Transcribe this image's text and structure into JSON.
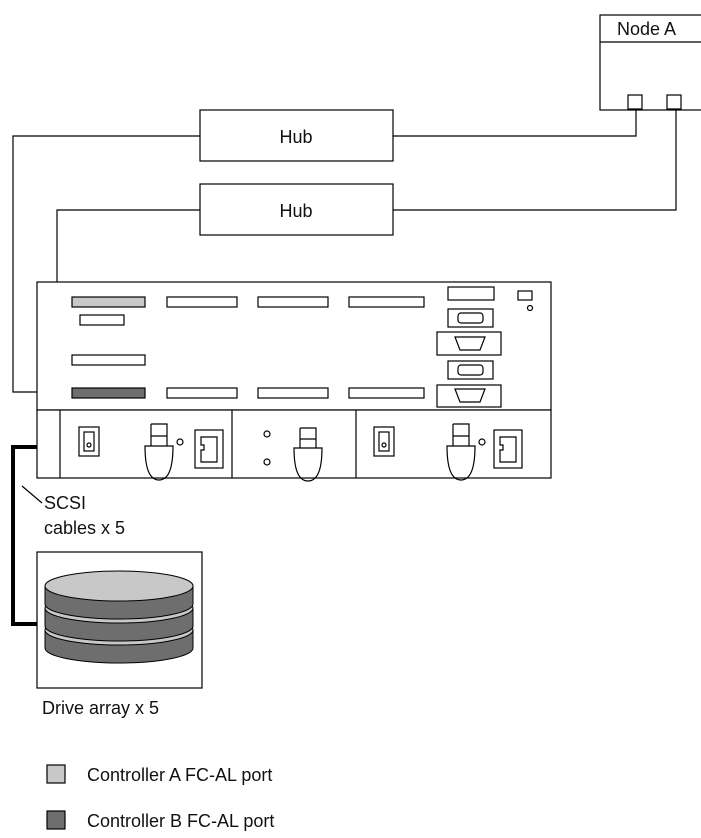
{
  "diagram": {
    "node": {
      "label": "Node A"
    },
    "hubs": [
      {
        "label": "Hub"
      },
      {
        "label": "Hub"
      }
    ],
    "scsi_label_line1": "SCSI",
    "scsi_label_line2": "cables x 5",
    "drive_array_label": "Drive array x 5",
    "legend": [
      {
        "label": "Controller A FC-AL port",
        "color": "#c8c8c8"
      },
      {
        "label": "Controller B FC-AL port",
        "color": "#6e6e6e"
      }
    ]
  }
}
